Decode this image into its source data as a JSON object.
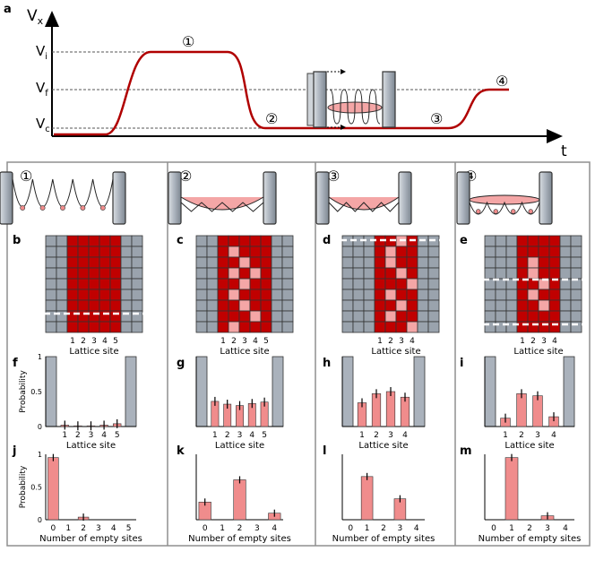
{
  "colors": {
    "red": "#c00000",
    "pink": "#f4a6a6",
    "gray": "#9aa3ad",
    "dark": "#222222",
    "bar": "#f08c8c",
    "wall": "#aab2bc",
    "frame": "#8f8f8f"
  },
  "top": {
    "panel_letter": "a",
    "yaxis_label": "V",
    "yaxis_sub": "x",
    "xaxis_label": "t",
    "levels": [
      {
        "name": "V",
        "sub": "i"
      },
      {
        "name": "V",
        "sub": "f"
      },
      {
        "name": "V",
        "sub": "c"
      }
    ],
    "step_markers": [
      "①",
      "②",
      "③",
      "④"
    ]
  },
  "columns": [
    {
      "step": "①",
      "img_letter": "b",
      "prob_letter": "f",
      "empty_letter": "j",
      "sites": [
        "1",
        "2",
        "3",
        "4",
        "5"
      ],
      "site_label": "Lattice site",
      "empty_xlabel": "Number of empty sites",
      "prob_ylabel": "Probability",
      "prob_ticks": [
        "0",
        "0.5",
        "1"
      ],
      "site_probs": [
        0.02,
        0.01,
        0.01,
        0.02,
        0.04
      ],
      "empty_cats": [
        "0",
        "1",
        "2",
        "3",
        "4",
        "5"
      ],
      "empty_probs": [
        0.95,
        0.0,
        0.04,
        0.0,
        0.0,
        0.0
      ]
    },
    {
      "step": "②",
      "img_letter": "c",
      "prob_letter": "g",
      "empty_letter": "k",
      "sites": [
        "1",
        "2",
        "3",
        "4",
        "5"
      ],
      "site_label": "Lattice site",
      "empty_xlabel": "Number of empty sites",
      "site_probs": [
        0.36,
        0.32,
        0.3,
        0.33,
        0.35
      ],
      "empty_cats": [
        "0",
        "1",
        "2",
        "3",
        "4"
      ],
      "empty_probs": [
        0.27,
        0.0,
        0.61,
        0.0,
        0.1
      ]
    },
    {
      "step": "③",
      "img_letter": "d",
      "prob_letter": "h",
      "empty_letter": "l",
      "sites": [
        "1",
        "2",
        "3",
        "4"
      ],
      "site_label": "Lattice site",
      "empty_xlabel": "Number of empty sites",
      "site_probs": [
        0.34,
        0.47,
        0.5,
        0.42
      ],
      "empty_cats": [
        "0",
        "1",
        "2",
        "3",
        "4"
      ],
      "empty_probs": [
        0.0,
        0.66,
        0.0,
        0.32,
        0.0
      ]
    },
    {
      "step": "④",
      "img_letter": "e",
      "prob_letter": "i",
      "empty_letter": "m",
      "sites": [
        "1",
        "2",
        "3",
        "4"
      ],
      "site_label": "Lattice site",
      "empty_xlabel": "Number of empty sites",
      "site_probs": [
        0.12,
        0.47,
        0.44,
        0.14
      ],
      "empty_cats": [
        "0",
        "1",
        "2",
        "3",
        "4"
      ],
      "empty_probs": [
        0.0,
        0.95,
        0.0,
        0.06,
        0.0
      ]
    }
  ]
}
